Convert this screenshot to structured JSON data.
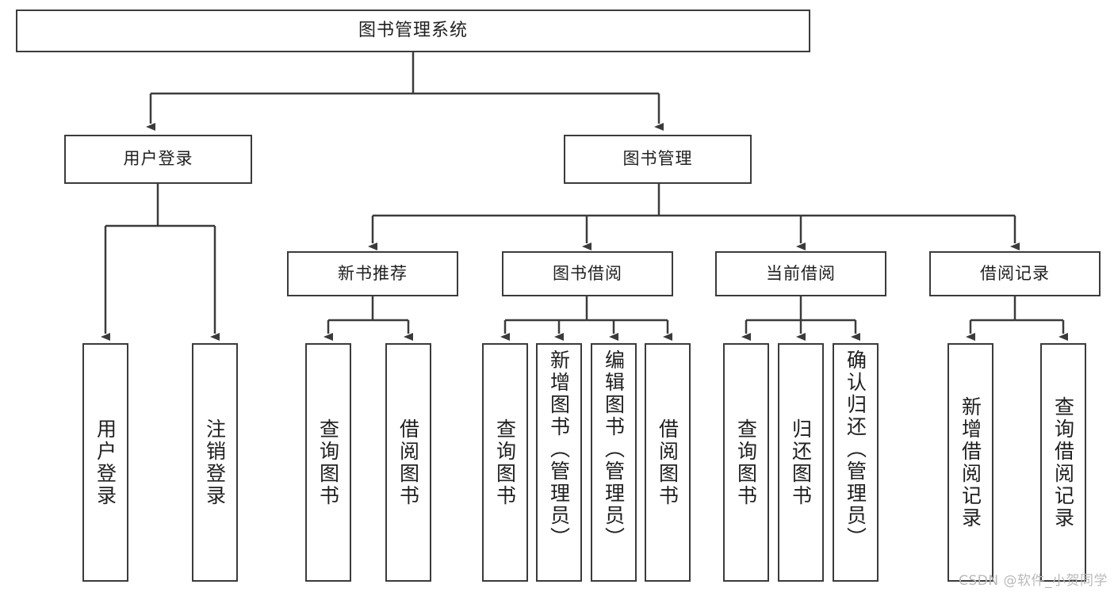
{
  "diagram": {
    "title": "图书管理系统",
    "type": "tree-hierarchy-chart",
    "watermark": "CSDN @软件_小贺同学",
    "colors": {
      "stroke": "#3b3b3b",
      "fill": "#ffffff",
      "text": "#1f1f1f",
      "watermark": "#b9b9b9"
    },
    "levels": {
      "root": {
        "label": "图书管理系统"
      },
      "tier2": [
        {
          "label": "用户登录"
        },
        {
          "label": "图书管理"
        }
      ],
      "tier3": [
        {
          "label": "新书推荐"
        },
        {
          "label": "图书借阅"
        },
        {
          "label": "当前借阅"
        },
        {
          "label": "借阅记录"
        }
      ],
      "leaves": {
        "user_login": [
          {
            "label": "用户登录"
          },
          {
            "label": "注销登录"
          }
        ],
        "new_book_recommend": [
          {
            "label": "查询图书"
          },
          {
            "label": "借阅图书"
          }
        ],
        "book_borrow": [
          {
            "label": "查询图书"
          },
          {
            "label": "新增图书（管理员）"
          },
          {
            "label": "编辑图书（管理员）"
          },
          {
            "label": "借阅图书"
          }
        ],
        "current_borrow": [
          {
            "label": "查询图书"
          },
          {
            "label": "归还图书"
          },
          {
            "label": "确认归还（管理员）"
          }
        ],
        "borrow_records": [
          {
            "label": "新增借阅记录"
          },
          {
            "label": "查询借阅记录"
          }
        ]
      }
    }
  }
}
